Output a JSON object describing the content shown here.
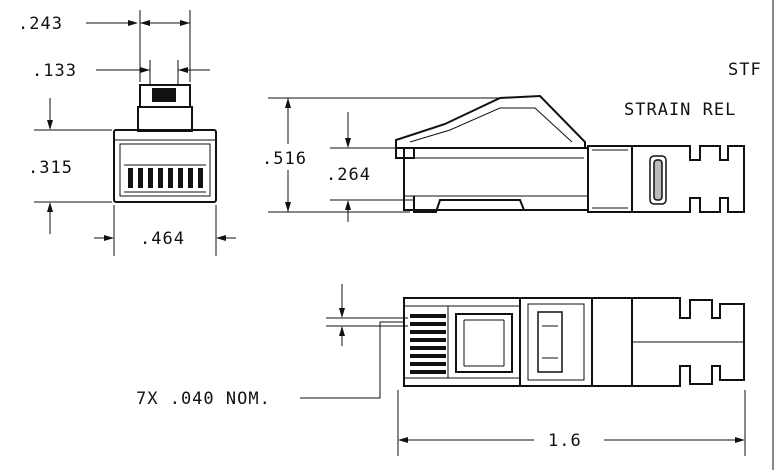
{
  "dimensions": {
    "front_width_top": ".243",
    "front_latch_width": ".133",
    "front_height": ".315",
    "front_width": ".464",
    "side_height": ".516",
    "side_body_height": ".264",
    "contact_pitch": "7X .040 NOM.",
    "overall_length": "1.6"
  },
  "callouts": {
    "partial_label_1": "STF",
    "partial_label_2": "STRAIN REL"
  }
}
